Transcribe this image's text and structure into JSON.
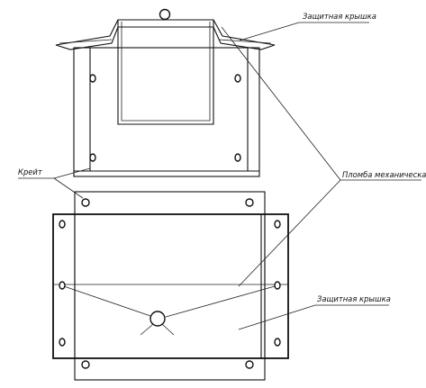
{
  "labels": {
    "cover_top": "Защитная крышка",
    "crate": "Крейт",
    "seal": "Пломба механическая",
    "cover_bottom": "Защитная крышка"
  },
  "colors": {
    "line": "#111111",
    "background": "#ffffff"
  }
}
